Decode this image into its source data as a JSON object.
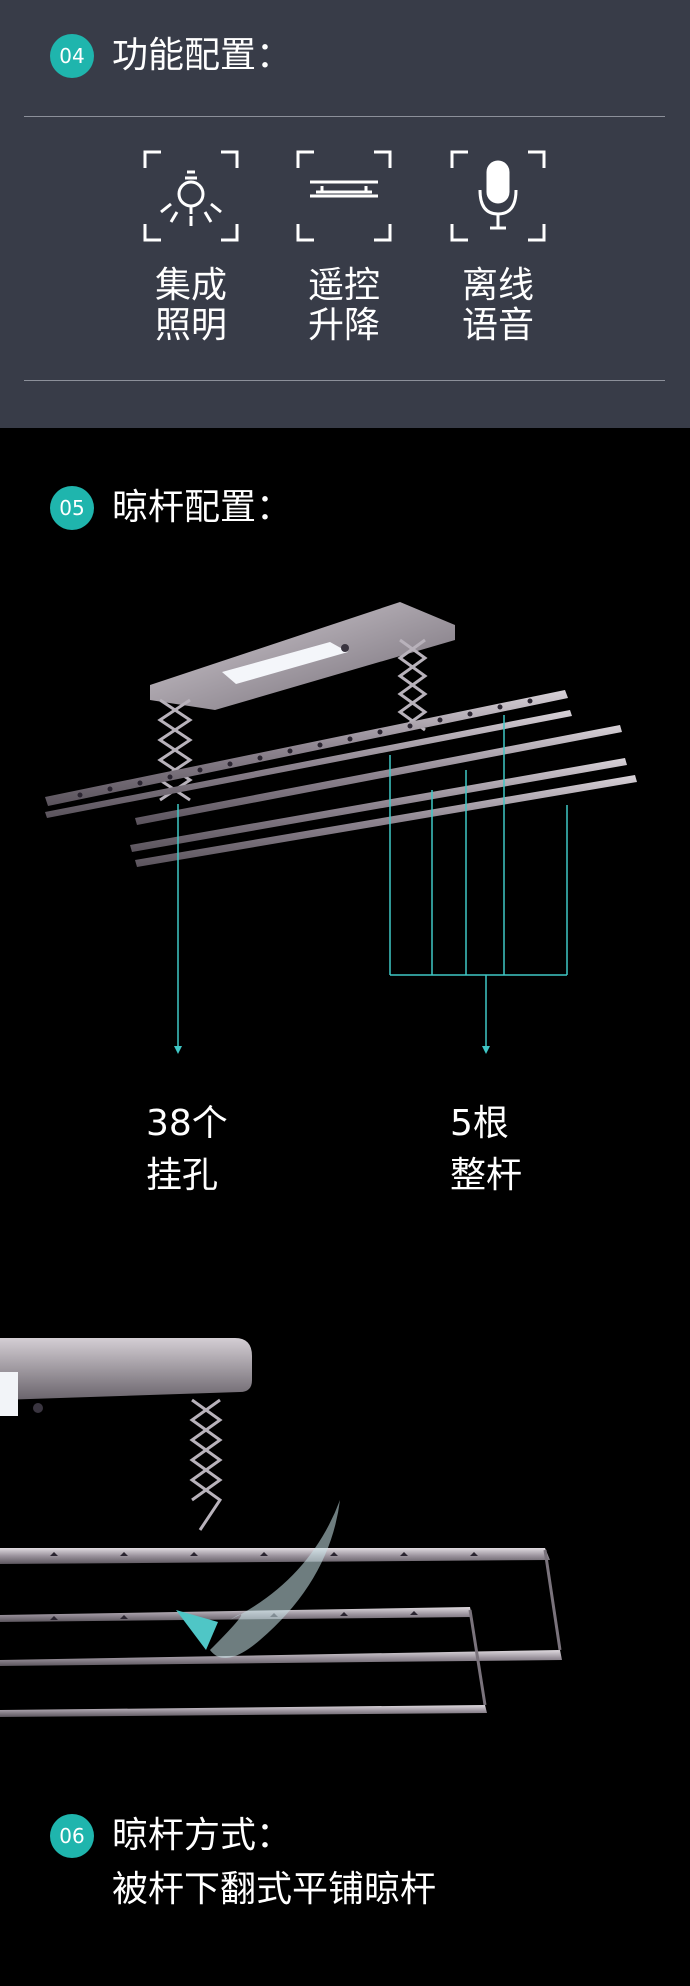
{
  "section1": {
    "badge": "04",
    "title": "功能配置：",
    "features": [
      {
        "icon": "bulb-icon",
        "line1": "集成",
        "line2": "照明"
      },
      {
        "icon": "rack-lift-icon",
        "line1": "遥控",
        "line2": "升降"
      },
      {
        "icon": "microphone-icon",
        "line1": "离线",
        "line2": "语音"
      }
    ]
  },
  "section2": {
    "badge": "05",
    "title": "晾杆配置：",
    "callout_left": {
      "line1": "38个",
      "line2": "挂孔"
    },
    "callout_right": {
      "line1": "5根",
      "line2": "整杆"
    }
  },
  "section3": {
    "badge": "06",
    "title": "晾杆方式：",
    "subtitle": "被杆下翻式平铺晾杆"
  },
  "colors": {
    "top_bg": "#383c48",
    "accent_teal": "#1fb5ad",
    "leader_line": "#3fc7c6",
    "background": "#000000"
  }
}
